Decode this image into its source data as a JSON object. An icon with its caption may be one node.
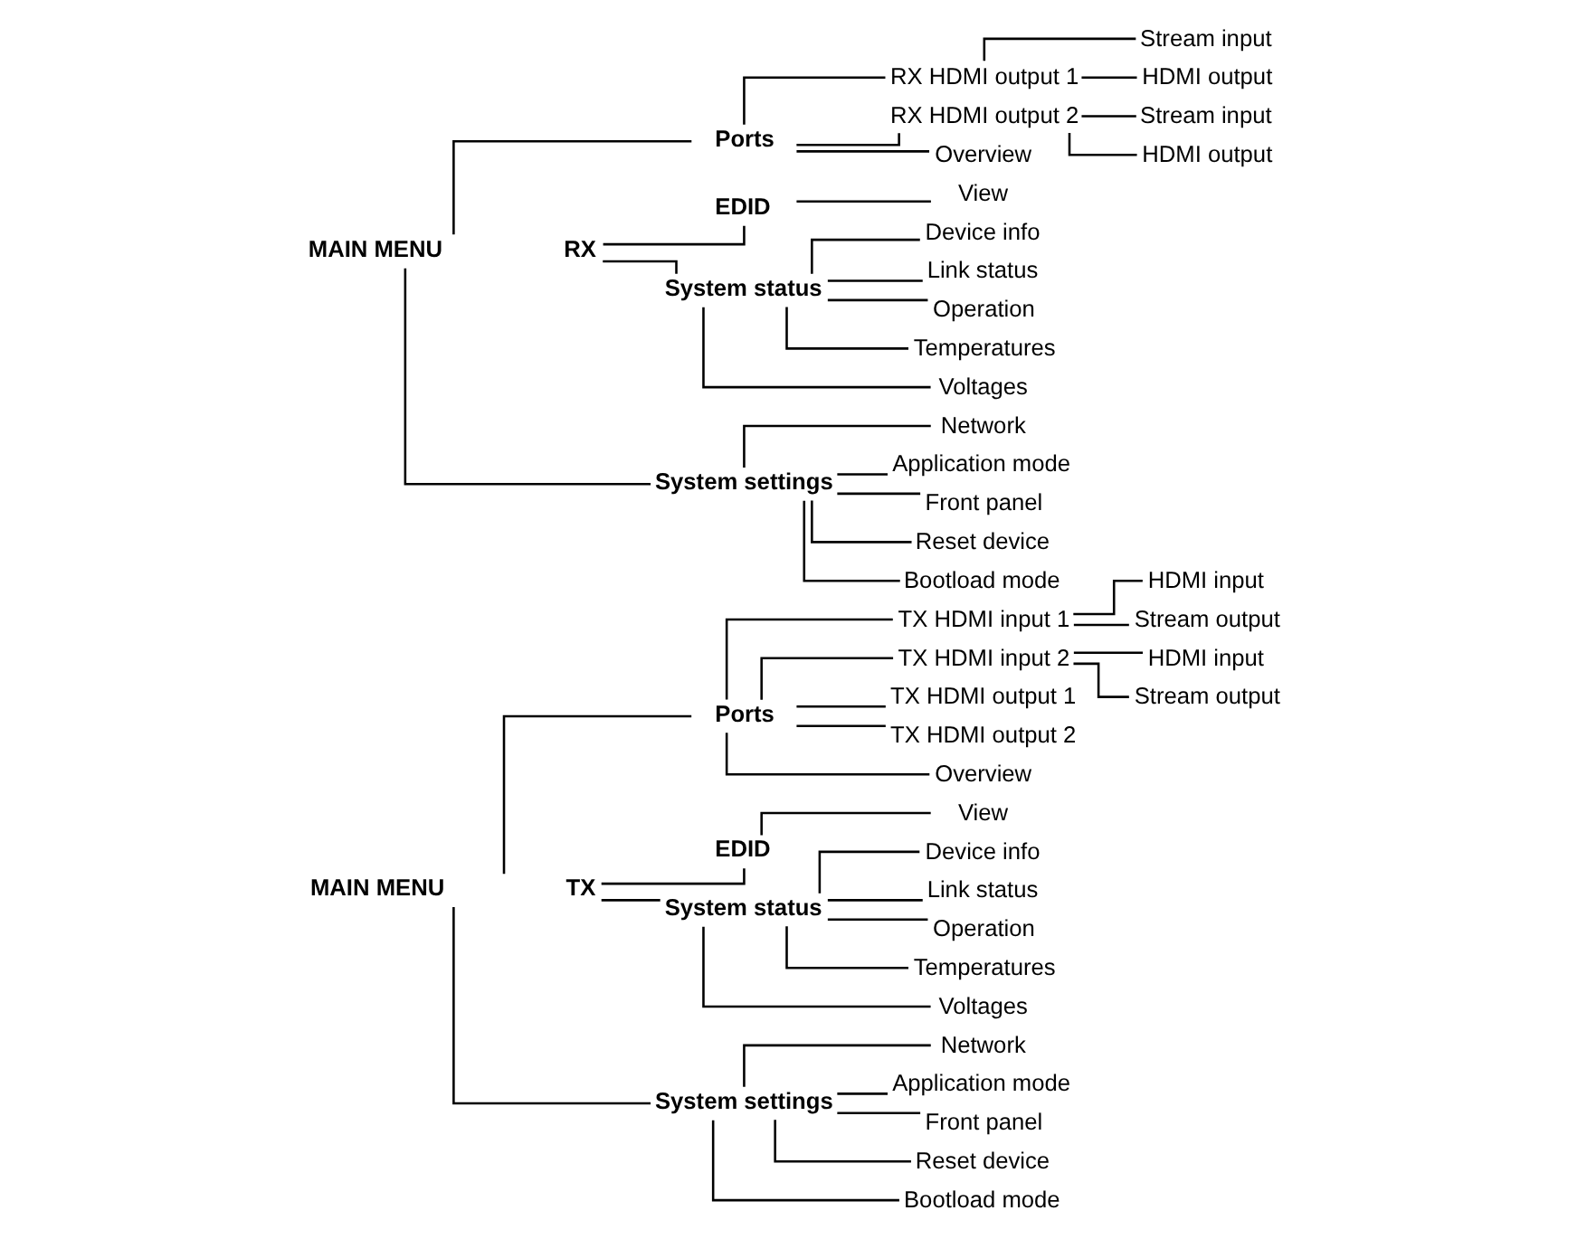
{
  "diagram": {
    "nodes": [
      {
        "text": [
          "MAIN MENU"
        ],
        "beside": [
          "TX"
        ]
      },
      {
        "text": [
          "Ports"
        ]
      },
      {
        "text": [
          "TX HDMI input 1"
        ]
      },
      {
        "text": [
          "HDMI input"
        ]
      },
      {
        "text": [
          "Stream output"
        ]
      },
      {
        "text": [
          "TX HDMI input 2"
        ]
      },
      {
        "text": [
          "HDMI input"
        ]
      },
      {
        "text": [
          "Stream output"
        ]
      },
      {
        "text": [
          "TX HDMI output 1"
        ]
      },
      {
        "text": [
          "TX HDMI output 2"
        ]
      },
      {
        "text": [
          "Overview"
        ]
      },
      {
        "text": [
          "EDID"
        ]
      },
      {
        "text": [
          "View"
        ]
      },
      {
        "text": [
          "System status"
        ]
      },
      {
        "text": [
          "Device info"
        ]
      },
      {
        "text": [
          "Link status"
        ]
      },
      {
        "text": [
          "Operation"
        ]
      },
      {
        "text": [
          "Temperatures"
        ]
      },
      {
        "text": [
          "Voltages"
        ]
      },
      {
        "text": [
          "System settings"
        ]
      },
      {
        "text": [
          "Network"
        ]
      },
      {
        "text": [
          "Application mode"
        ]
      },
      {
        "text": [
          "Front panel"
        ]
      },
      {
        "text": [
          "Reset device"
        ]
      },
      {
        "text": [
          "Bootload mode"
        ]
      },
      {
        "text": [
          "MAIN MENU"
        ],
        "beside": [
          "RX"
        ]
      },
      {
        "text": [
          "Ports"
        ]
      },
      {
        "text": [
          "RX HDMI output 1"
        ]
      },
      {
        "text": [
          "Stream input"
        ]
      },
      {
        "text": [
          "HDMI output"
        ]
      },
      {
        "text": [
          "RX HDMI output 2"
        ]
      },
      {
        "text": [
          "Stream input"
        ]
      },
      {
        "text": [
          "HDMI output"
        ]
      },
      {
        "text": [
          "Overview"
        ]
      },
      {
        "text": [
          "EDID"
        ]
      },
      {
        "text": [
          "View"
        ]
      },
      {
        "text": [
          "System status"
        ]
      },
      {
        "text": [
          "Device info"
        ]
      },
      {
        "text": [
          "Link status"
        ]
      },
      {
        "text": [
          "Operation"
        ]
      },
      {
        "text": [
          "Temperatures"
        ]
      },
      {
        "text": [
          "Voltages"
        ]
      },
      {
        "text": [
          "System settings"
        ]
      },
      {
        "text": [
          "Network"
        ]
      },
      {
        "text": [
          "Application mode"
        ]
      },
      {
        "text": [
          "Front panel"
        ]
      },
      {
        "text": [
          "Reset device"
        ]
      },
      {
        "text": [
          "Bootload mode"
        ]
      }
    ],
    "edges": [
      {
        "from": 0,
        "to": 1,
        "arrow": "none"
      },
      {
        "from": 1,
        "to": 2,
        "arrow": "none"
      },
      {
        "from": 2,
        "to": 3,
        "arrow": "none"
      },
      {
        "from": 2,
        "to": 4,
        "arrow": "none"
      },
      {
        "from": 1,
        "to": 5,
        "arrow": "none"
      },
      {
        "from": 5,
        "to": 6,
        "arrow": "none"
      },
      {
        "from": 5,
        "to": 7,
        "arrow": "none"
      },
      {
        "from": 1,
        "to": 8,
        "arrow": "none"
      },
      {
        "from": 1,
        "to": 9,
        "arrow": "none"
      },
      {
        "from": 1,
        "to": 10,
        "arrow": "none"
      },
      {
        "from": 0,
        "to": 11,
        "arrow": "none"
      },
      {
        "from": 11,
        "to": 12,
        "arrow": "none"
      },
      {
        "from": 0,
        "to": 13,
        "arrow": "none"
      },
      {
        "from": 13,
        "to": 14,
        "arrow": "none"
      },
      {
        "from": 13,
        "to": 15,
        "arrow": "none"
      },
      {
        "from": 13,
        "to": 16,
        "arrow": "none"
      },
      {
        "from": 13,
        "to": 17,
        "arrow": "none"
      },
      {
        "from": 13,
        "to": 18,
        "arrow": "none"
      },
      {
        "from": 0,
        "to": 19,
        "arrow": "none"
      },
      {
        "from": 19,
        "to": 20,
        "arrow": "none"
      },
      {
        "from": 19,
        "to": 21,
        "arrow": "none"
      },
      {
        "from": 19,
        "to": 22,
        "arrow": "none"
      },
      {
        "from": 19,
        "to": 23,
        "arrow": "none"
      },
      {
        "from": 19,
        "to": 24,
        "arrow": "none"
      },
      {
        "from": 25,
        "to": 26,
        "arrow": "none"
      },
      {
        "from": 26,
        "to": 27,
        "arrow": "none"
      },
      {
        "from": 27,
        "to": 28,
        "arrow": "none"
      },
      {
        "from": 27,
        "to": 29,
        "arrow": "none"
      },
      {
        "from": 26,
        "to": 30,
        "arrow": "none"
      },
      {
        "from": 30,
        "to": 31,
        "arrow": "none"
      },
      {
        "from": 30,
        "to": 32,
        "arrow": "none"
      },
      {
        "from": 26,
        "to": 33,
        "arrow": "none"
      },
      {
        "from": 25,
        "to": 34,
        "arrow": "none"
      },
      {
        "from": 34,
        "to": 35,
        "arrow": "none"
      },
      {
        "from": 25,
        "to": 36,
        "arrow": "none"
      },
      {
        "from": 36,
        "to": 37,
        "arrow": "none"
      },
      {
        "from": 36,
        "to": 38,
        "arrow": "none"
      },
      {
        "from": 36,
        "to": 39,
        "arrow": "none"
      },
      {
        "from": 36,
        "to": 40,
        "arrow": "none"
      },
      {
        "from": 36,
        "to": 41,
        "arrow": "none"
      },
      {
        "from": 25,
        "to": 42,
        "arrow": "none"
      },
      {
        "from": 42,
        "to": 43,
        "arrow": "none"
      },
      {
        "from": 42,
        "to": 44,
        "arrow": "none"
      },
      {
        "from": 42,
        "to": 45,
        "arrow": "none"
      },
      {
        "from": 42,
        "to": 46,
        "arrow": "none"
      },
      {
        "from": 42,
        "to": 47,
        "arrow": "none"
      }
    ]
  }
}
